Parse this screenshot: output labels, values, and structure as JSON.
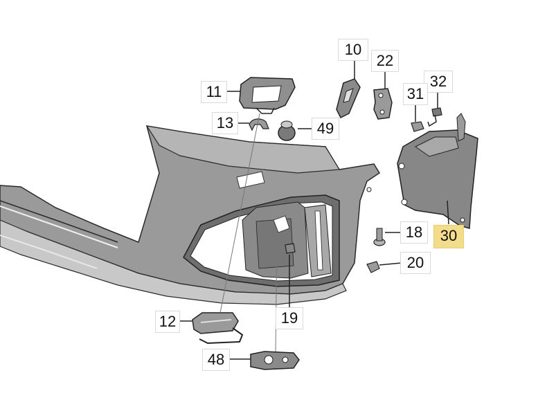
{
  "diagram": {
    "highlight_color": "#f3dd8c",
    "part_color": "#8f8f8f",
    "callouts": {
      "p10": "10",
      "p11": "11",
      "p12": "12",
      "p13": "13",
      "p18": "18",
      "p19": "19",
      "p20": "20",
      "p22": "22",
      "p30": "30",
      "p31": "31",
      "p32": "32",
      "p48": "48",
      "p49": "49"
    },
    "highlighted_callout": "30"
  }
}
